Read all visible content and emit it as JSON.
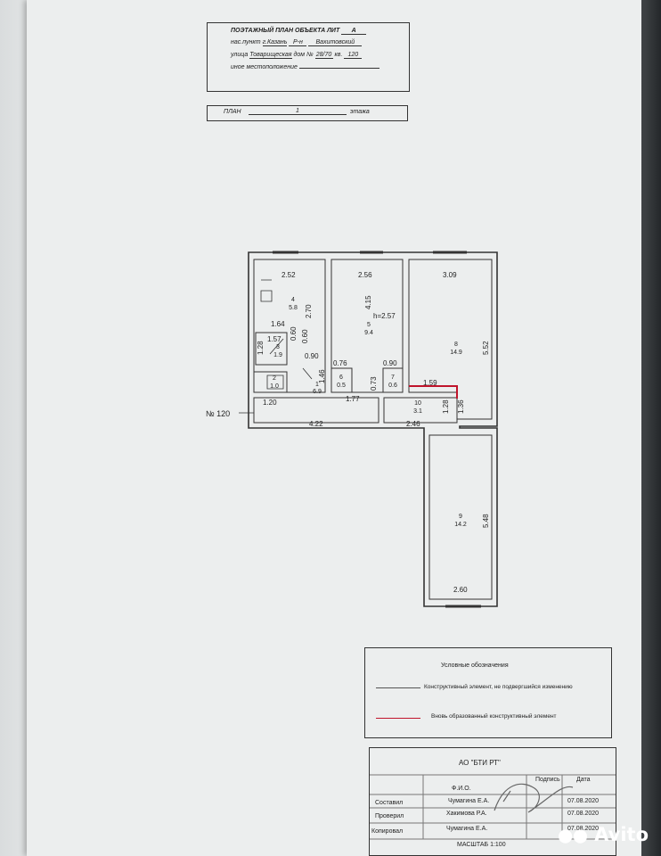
{
  "header": {
    "title": "ПОЭТАЖНЫЙ ПЛАН ОБЪЕКТА ЛИТ",
    "lit": "А",
    "settlement_label": "нас.пункт",
    "settlement": "г.Казань",
    "district_prefix": "Р-н",
    "district": "Вахитовский",
    "street_label": "улица",
    "street": "Товарищеская",
    "house_label": "дом №",
    "house": "28/70",
    "flat_label": "кв.",
    "flat": "120",
    "other_location": "иное местоположение"
  },
  "plan_line": {
    "label": "ПЛАН",
    "floor": "1",
    "suffix": "этажа"
  },
  "apartment_label": "№ 120",
  "rooms": [
    {
      "num": "4",
      "area": "5.8"
    },
    {
      "num": "5",
      "area": "9.4"
    },
    {
      "num": "8",
      "area": "14.9"
    },
    {
      "num": "3",
      "area": "1.9"
    },
    {
      "num": "2",
      "area": "1.0"
    },
    {
      "num": "1",
      "area": "6.9"
    },
    {
      "num": "6",
      "area": "0.5"
    },
    {
      "num": "7",
      "area": "0.6"
    },
    {
      "num": "10",
      "area": "3.1"
    },
    {
      "num": "9",
      "area": "14.2"
    }
  ],
  "dimensions": [
    "2.52",
    "2.56",
    "3.09",
    "2.70",
    "4.15",
    "h=2.57",
    "5.52",
    "1.64",
    "1.57",
    "0.60",
    "1.28",
    "0.60",
    "0.90",
    "1.46",
    "0.76",
    "0.73",
    "0.90",
    "1.59",
    "1.20",
    "1.77",
    "1.28",
    "1.36",
    "4.22",
    "2.46",
    "5.48",
    "2.60"
  ],
  "legend": {
    "title": "Условные обозначения",
    "item1": "Конструктивный элемент, не подвергшийся изменению",
    "item2": "Вновь образованный конструктивный элемент",
    "item2_color": "#c0142b"
  },
  "stamp": {
    "org": "АО \"БТИ РТ\"",
    "col_fio": "Ф.И.О.",
    "col_sign": "Подпись",
    "col_date": "Дата",
    "rows": [
      {
        "role": "Составил",
        "name": "Чумагина Е.А.",
        "date": "07.08.2020"
      },
      {
        "role": "Проверил",
        "name": "Хакимова Р.А.",
        "date": "07.08.2020"
      },
      {
        "role": "Копировал",
        "name": "Чумагина Е.А.",
        "date": "07.08.2020"
      }
    ],
    "scale": "МАСШТАБ 1:100"
  },
  "watermark": "Avito"
}
